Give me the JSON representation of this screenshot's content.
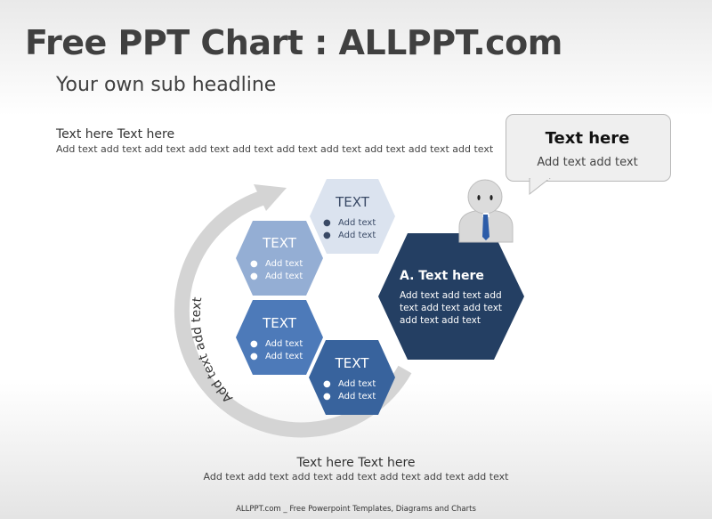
{
  "header": {
    "title": "Free PPT Chart : ALLPPT.com",
    "subtitle": "Your own sub headline"
  },
  "intro": {
    "title": "Text here Text here",
    "body": "Add text add text add text add text add text add text add text add text add text add text"
  },
  "callout": {
    "title": "Text here",
    "body": "Add text add text"
  },
  "cycle": {
    "arrow_label": "Add text add text",
    "arrow_color": "#d4d4d4",
    "hexagons": [
      {
        "label": "TEXT",
        "items": [
          "Add text",
          "Add text"
        ],
        "color": "#dbe3ef"
      },
      {
        "label": "TEXT",
        "items": [
          "Add text",
          "Add text"
        ],
        "color": "#94aed4"
      },
      {
        "label": "TEXT",
        "items": [
          "Add text",
          "Add text"
        ],
        "color": "#4d7ab9"
      },
      {
        "label": "TEXT",
        "items": [
          "Add text",
          "Add text"
        ],
        "color": "#38639d"
      }
    ],
    "main": {
      "title": "A. Text here",
      "body": "Add text add text add text add text add text add text add text",
      "color": "#243f63"
    }
  },
  "bottom": {
    "title": "Text here Text here",
    "body": "Add text add text add text add text add text add text add text"
  },
  "footer": "ALLPPT.com _ Free Powerpoint Templates, Diagrams and Charts",
  "figure": {
    "tie_color": "#2c5ca8"
  }
}
